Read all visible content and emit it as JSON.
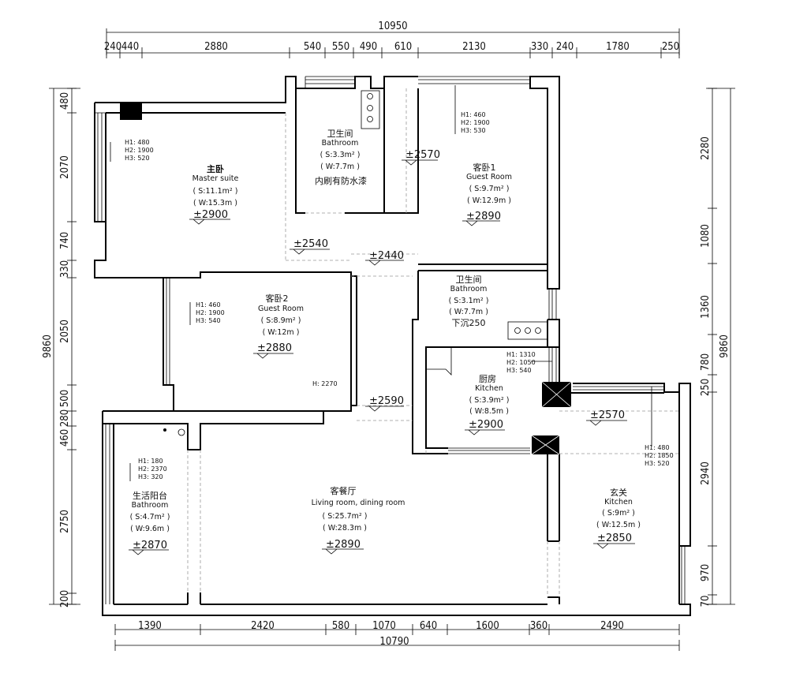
{
  "dims": {
    "top_total": "10950",
    "top": [
      "240",
      "440",
      "2880",
      "540",
      "550",
      "490",
      "610",
      "2130",
      "330",
      "240",
      "1780",
      "250"
    ],
    "bottom_total": "10790",
    "bottom": [
      "1390",
      "2420",
      "580",
      "1070",
      "640",
      "1600",
      "360",
      "2490"
    ],
    "left_total": "9860",
    "left": [
      "480",
      "2070",
      "740",
      "330",
      "2050",
      "500",
      "280",
      "460",
      "2750",
      "200"
    ],
    "right_total": "9860",
    "right": [
      "2280",
      "1080",
      "1360",
      "780",
      "250",
      "2940",
      "970",
      "70"
    ]
  },
  "rooms": {
    "master": {
      "cn": "主卧",
      "en": "Master suite",
      "area": "( S:11.1m² )",
      "perim": "( W:15.3m )",
      "level": "±2900",
      "h1": "H1: 480",
      "h2": "H2: 1900",
      "h3": "H3: 520"
    },
    "bath1": {
      "cn": "卫生间",
      "en": "Bathroom",
      "area": "( S:3.3m² )",
      "perim": "( W:7.7m )",
      "note": "内刷有防水漆",
      "level": "±2570"
    },
    "guest1": {
      "cn": "客卧1",
      "en": "Guest Room",
      "area": "( S:9.7m² )",
      "perim": "( W:12.9m )",
      "level": "±2890",
      "h1": "H1: 460",
      "h2": "H2: 1900",
      "h3": "H3: 530"
    },
    "corridor_levels": {
      "a": "±2540",
      "b": "±2440",
      "c": "±2590"
    },
    "guest2": {
      "cn": "客卧2",
      "en": "Guest Room",
      "area": "( S:8.9m² )",
      "perim": "( W:12m )",
      "level": "±2880",
      "h1": "H1: 460",
      "h2": "H2: 1900",
      "h3": "H3: 540",
      "door_h": "H: 2270"
    },
    "bath2": {
      "cn": "卫生间",
      "en": "Bathroom",
      "area": "( S:3.1m² )",
      "perim": "( W:7.7m )",
      "note": "下沉250"
    },
    "kitchen": {
      "cn": "厨房",
      "en": "Kitchen",
      "area": "( S:3.9m² )",
      "perim": "( W:8.5m )",
      "level": "±2900",
      "h1": "H1: 1310",
      "h2": "H2: 1050",
      "h3": "H3: 540"
    },
    "balcony": {
      "cn": "生活阳台",
      "en": "Bathroom",
      "area": "( S:4.7m² )",
      "perim": "( W:9.6m )",
      "level": "±2870",
      "h1": "H1: 180",
      "h2": "H2: 2370",
      "h3": "H3: 320"
    },
    "living": {
      "cn": "客餐厅",
      "en": "Living room, dining room",
      "area": "( S:25.7m² )",
      "perim": "( W:28.3m )",
      "level": "±2890"
    },
    "entry": {
      "cn": "玄关",
      "en": "Kitchen",
      "area": "( S:9m² )",
      "perim": "( W:12.5m )",
      "level": "±2850",
      "h1": "H1: 480",
      "h2": "H2: 1850",
      "h3": "H3: 520",
      "top_level": "±2570"
    }
  }
}
